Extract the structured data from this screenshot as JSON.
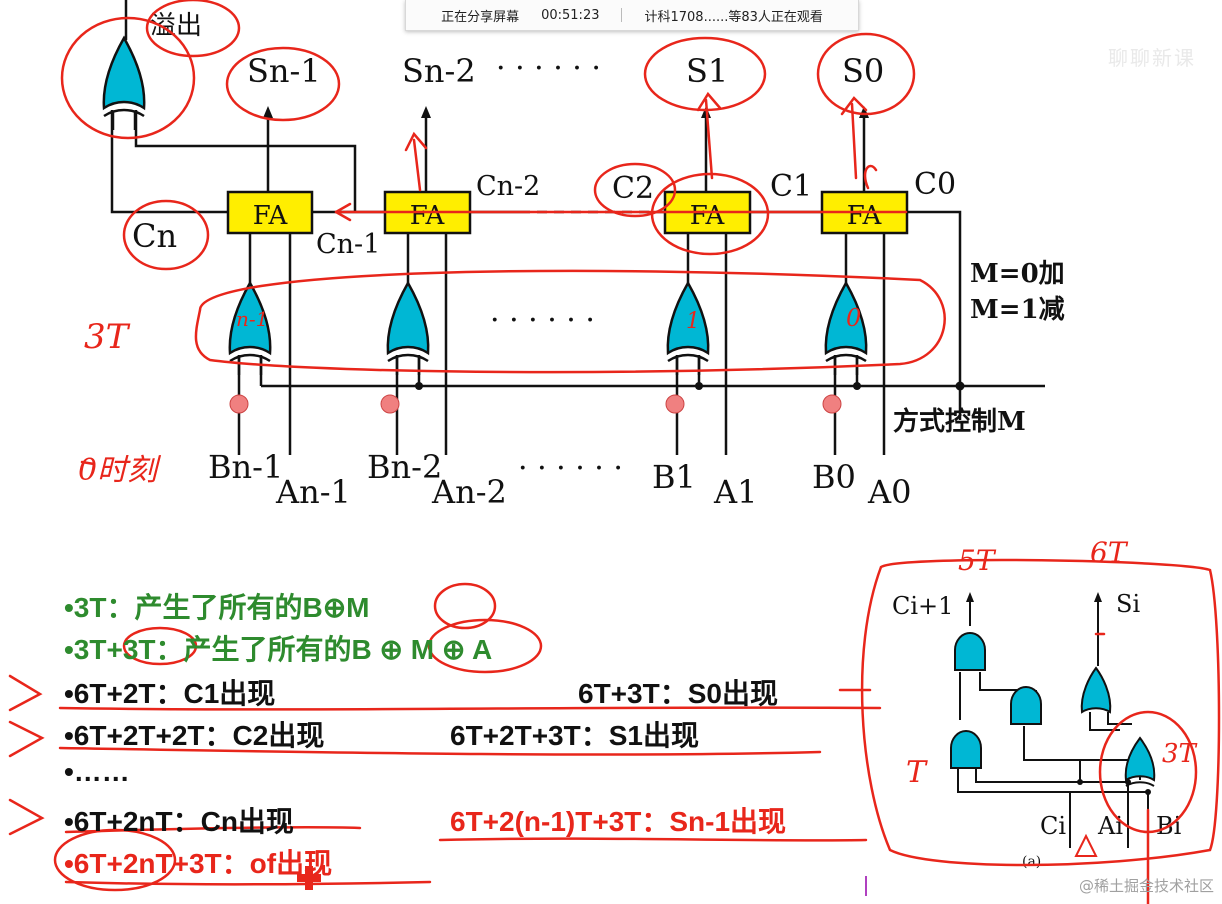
{
  "share_bar": {
    "status": "正在分享屏幕",
    "time": "00:51:23",
    "viewers": "计科1708......等83人正在观看"
  },
  "top_right_overlay": "聊聊新课",
  "diagram": {
    "overflow_label": "溢出",
    "sum_labels": [
      "Sn-1",
      "Sn-2",
      "S1",
      "S0"
    ],
    "dots": "· · · · · ·",
    "adder_label": "FA",
    "carry_labels": [
      "Cn",
      "Cn-1",
      "Cn-2",
      "C2",
      "C1",
      "C0"
    ],
    "mode_line1": "M=0加",
    "mode_line2": "M=1减",
    "control_label": "方式控制M",
    "input_labels": [
      "Bn-1",
      "An-1",
      "Bn-2",
      "An-2",
      "B1",
      "A1",
      "B0",
      "A0"
    ]
  },
  "handwriting": {
    "gate_layer": "3T",
    "time_zero": "0时刻",
    "gate_marks": [
      "n-1",
      "1",
      "0"
    ],
    "inset_5t": "5T",
    "inset_6t": "6T",
    "inset_t": "T",
    "inset_3t": "3T"
  },
  "timing_lines": {
    "line1": "•3T：产生了所有的B⊕M",
    "line2": "•3T+3T：产生了所有的B ⊕ M ⊕ A",
    "line3a": "•6T+2T：C1出现",
    "line3b": "6T+3T：S0出现",
    "line4a": "•6T+2T+2T：C2出现",
    "line4b": "6T+2T+3T：S1出现",
    "line5": "•……",
    "line6a": "•6T+2nT：Cn出现",
    "line6b": "6T+2(n-1)T+3T：Sn-1出现",
    "line7": "•6T+2nT+3T：of出现"
  },
  "inset": {
    "carry_out": "Ci+1",
    "sum": "Si",
    "carry_in": "Ci",
    "a_in": "Ai",
    "b_in": "Bi",
    "caption": "(a)"
  },
  "watermark": "@稀土掘金技术社区",
  "colors": {
    "gate_fill": "#00b7d4",
    "fa_fill": "#ffee00",
    "ink_red": "#e8261b",
    "text_green": "#2e8b2e",
    "dot_fill": "#f08080"
  }
}
